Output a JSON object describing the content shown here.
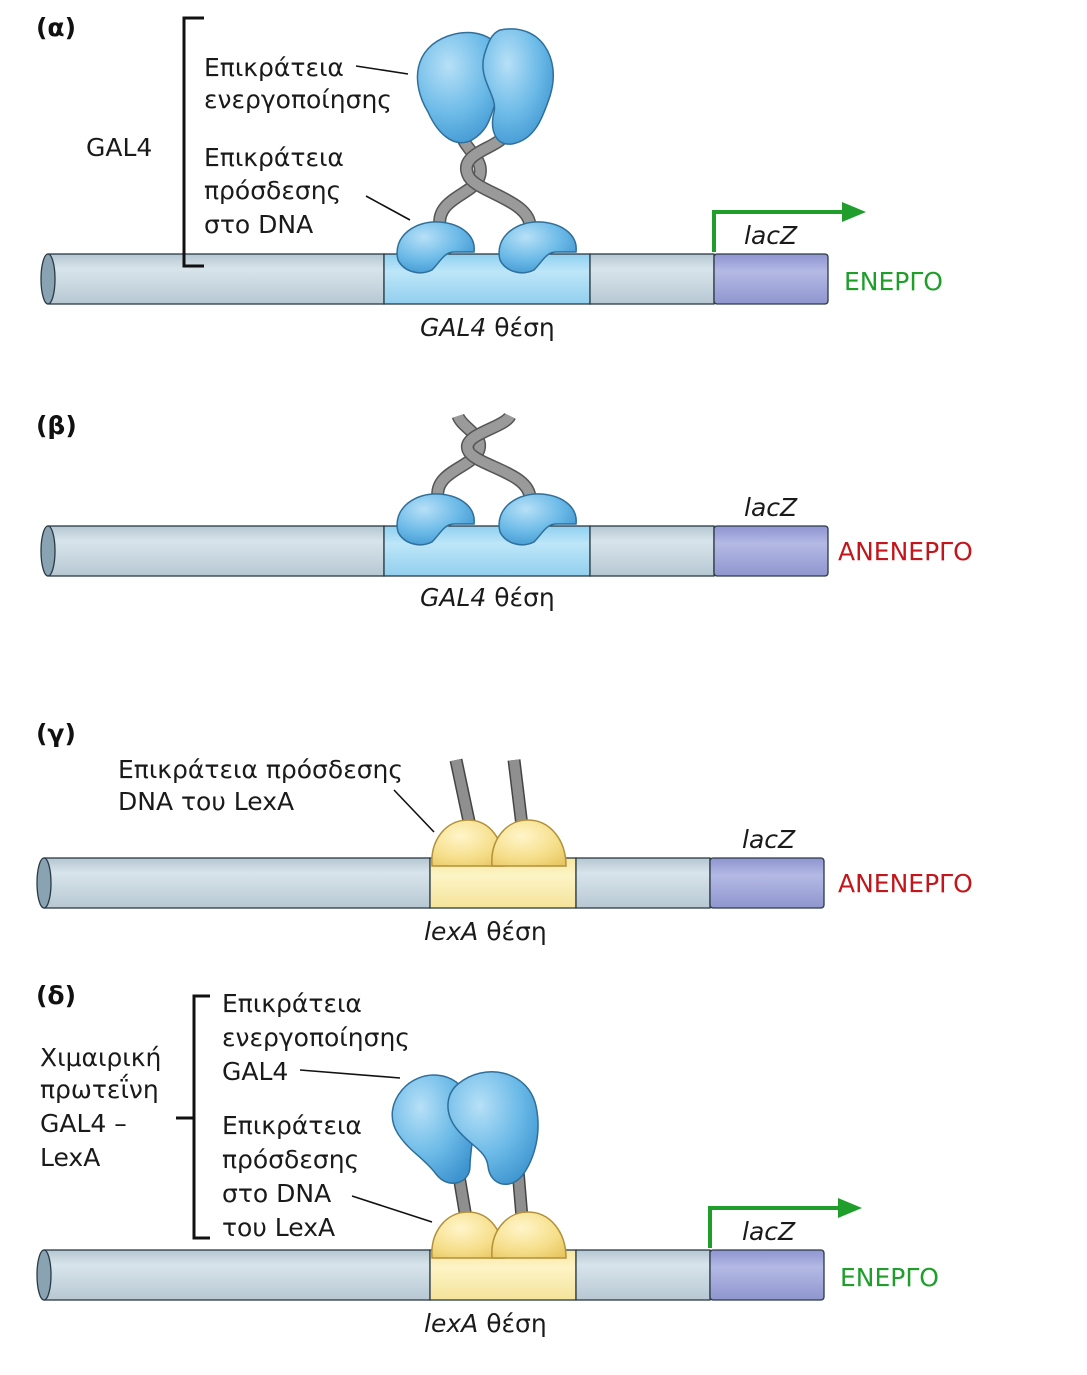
{
  "colors": {
    "dna": "#c9d8e1",
    "dna_end": "#b5c8d4",
    "gal4_site": "#a9dcf4",
    "lexa_site": "#fbeeb0",
    "lacz": "#a3a9dc",
    "protein_blue": "#63b3e5",
    "protein_yellow": "#f5dc82",
    "linker": "#8a8a8a",
    "active": "#1f9e2c",
    "inactive": "#c3161c",
    "arrow": "#1f9e2c"
  },
  "panels": {
    "a": {
      "label": "(α)",
      "bracket_label": "GAL4",
      "activation_domain": [
        "Επικράτεια",
        "ενεργοποίησης"
      ],
      "binding_domain": [
        "Επικράτεια",
        "πρόσδεσης",
        "στο DNA"
      ],
      "gene": "lacZ",
      "site_italic": "GAL4",
      "site_word": "θέση",
      "status": "ΕΝΕΡΓΟ"
    },
    "b": {
      "label": "(β)",
      "gene": "lacZ",
      "site_italic": "GAL4",
      "site_word": "θέση",
      "status": "ΑΝΕΝΕΡΓΟ"
    },
    "c": {
      "label": "(γ)",
      "binding_domain": [
        "Επικράτεια πρόσδεσης",
        "DNA του LexA"
      ],
      "gene": "lacZ",
      "site_italic": "lexA",
      "site_word": "θέση",
      "status": "ΑΝΕΝΕΡΓΟ"
    },
    "d": {
      "label": "(δ)",
      "bracket_label": [
        "Χιμαιρική",
        "πρωτεΐνη",
        "GAL4 –",
        "LexA"
      ],
      "activation_domain": [
        "Επικράτεια",
        "ενεργοποίησης",
        "GAL4"
      ],
      "binding_domain": [
        "Επικράτεια",
        "πρόσδεσης",
        "στο DNA",
        "του LexA"
      ],
      "gene": "lacZ",
      "site_italic": "lexA",
      "site_word": "θέση",
      "status": "ΕΝΕΡΓΟ"
    }
  }
}
